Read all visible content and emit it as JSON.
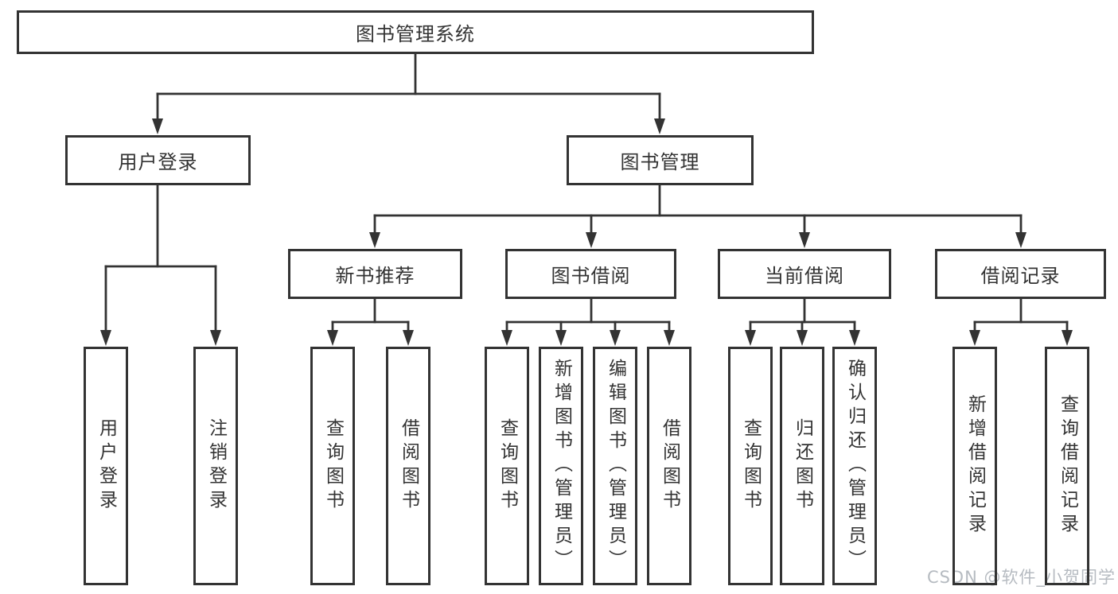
{
  "diagram": {
    "colors": {
      "line": "#333333",
      "text": "#333333",
      "box_background": "#ffffff",
      "watermark": "#b6bbc1",
      "background": "#ffffff"
    },
    "nodes": {
      "root": {
        "label": "图书管理系统"
      },
      "user_login": {
        "label": "用户登录"
      },
      "book_management": {
        "label": "图书管理"
      },
      "new_book_recommend": {
        "label": "新书推荐"
      },
      "book_borrow": {
        "label": "图书借阅"
      },
      "current_borrow": {
        "label": "当前借阅"
      },
      "borrow_record": {
        "label": "借阅记录"
      },
      "leaf_user_login": {
        "label": "用户登录"
      },
      "leaf_logout": {
        "label": "注销登录"
      },
      "leaf_rec_query_book": {
        "label": "查询图书"
      },
      "leaf_rec_borrow_book": {
        "label": "借阅图书"
      },
      "leaf_bb_query_book": {
        "label": "查询图书"
      },
      "leaf_bb_add_book": {
        "label": "新增图书（管理员）"
      },
      "leaf_bb_edit_book": {
        "label": "编辑图书（管理员）"
      },
      "leaf_bb_borrow_book": {
        "label": "借阅图书"
      },
      "leaf_cb_query_book": {
        "label": "查询图书"
      },
      "leaf_cb_return_book": {
        "label": "归还图书"
      },
      "leaf_cb_confirm_return": {
        "label": "确认归还（管理员）"
      },
      "leaf_br_add_record": {
        "label": "新增借阅记录"
      },
      "leaf_br_query_record": {
        "label": "查询借阅记录"
      }
    },
    "watermark": "CSDN @软件_小贺同学"
  }
}
